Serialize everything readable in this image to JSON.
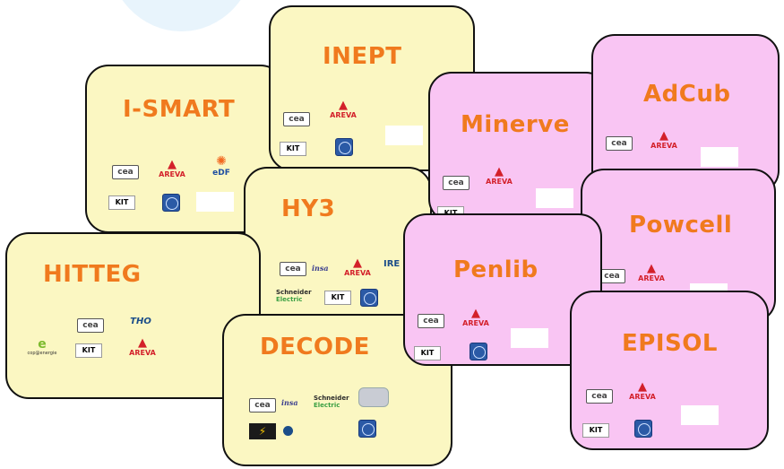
{
  "colors": {
    "yellow_card": "#fbf7c2",
    "pink_card": "#f9c5f3",
    "title_orange": "#f07a1e",
    "border": "#111111"
  },
  "cards": {
    "ismart": {
      "title": "I-SMART"
    },
    "inept": {
      "title": "INEPT"
    },
    "hy3": {
      "title": "HY3"
    },
    "hitteg": {
      "title": "HITTEG"
    },
    "decode": {
      "title": "DECODE"
    },
    "minerve": {
      "title": "Minerve"
    },
    "adcub": {
      "title": "AdCub"
    },
    "powcell": {
      "title": "Powcell"
    },
    "penlib": {
      "title": "Penlib"
    },
    "episol": {
      "title": "EPISOL"
    }
  },
  "logos": {
    "cea": "cea",
    "areva": "AREVA",
    "kit": "KIT",
    "edf": "eDF",
    "insa": "insa",
    "schneider": "Schneider",
    "electric": "Electric",
    "ire": "IRE",
    "tho": "THO",
    "energie": "cop@energie"
  }
}
